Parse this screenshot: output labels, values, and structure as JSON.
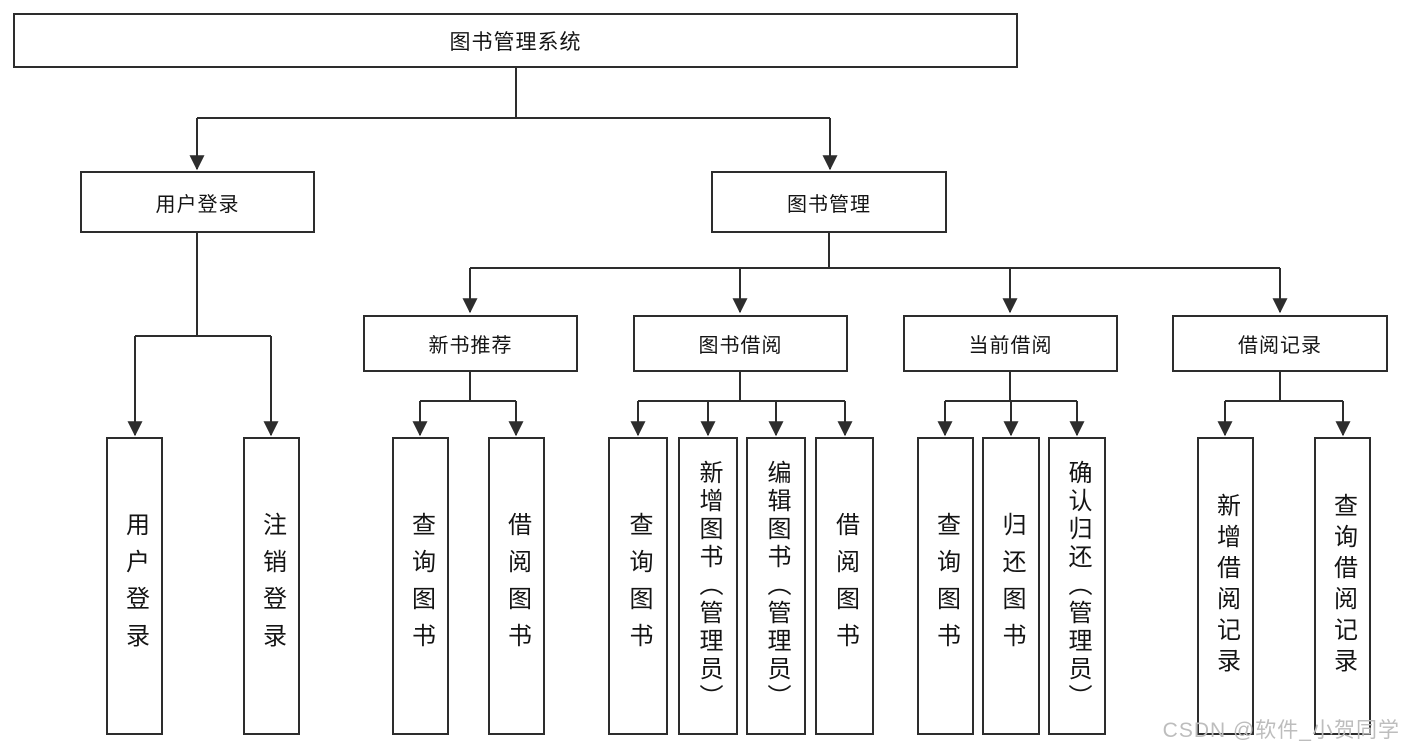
{
  "diagram": {
    "title": "图书管理系统",
    "branches": [
      {
        "label": "用户登录",
        "children": [
          {
            "label": "用户登录"
          },
          {
            "label": "注销登录"
          }
        ]
      },
      {
        "label": "图书管理",
        "children": [
          {
            "label": "新书推荐",
            "children": [
              {
                "label": "查询图书"
              },
              {
                "label": "借阅图书"
              }
            ]
          },
          {
            "label": "图书借阅",
            "children": [
              {
                "label": "查询图书"
              },
              {
                "label": "新增图书（管理员）"
              },
              {
                "label": "编辑图书（管理员）"
              },
              {
                "label": "借阅图书"
              }
            ]
          },
          {
            "label": "当前借阅",
            "children": [
              {
                "label": "查询图书"
              },
              {
                "label": "归还图书"
              },
              {
                "label": "确认归还（管理员）"
              }
            ]
          },
          {
            "label": "借阅记录",
            "children": [
              {
                "label": "新增借阅记录"
              },
              {
                "label": "查询借阅记录"
              }
            ]
          }
        ]
      }
    ]
  },
  "watermark": {
    "text": "CSDN @软件_小贺同学"
  }
}
